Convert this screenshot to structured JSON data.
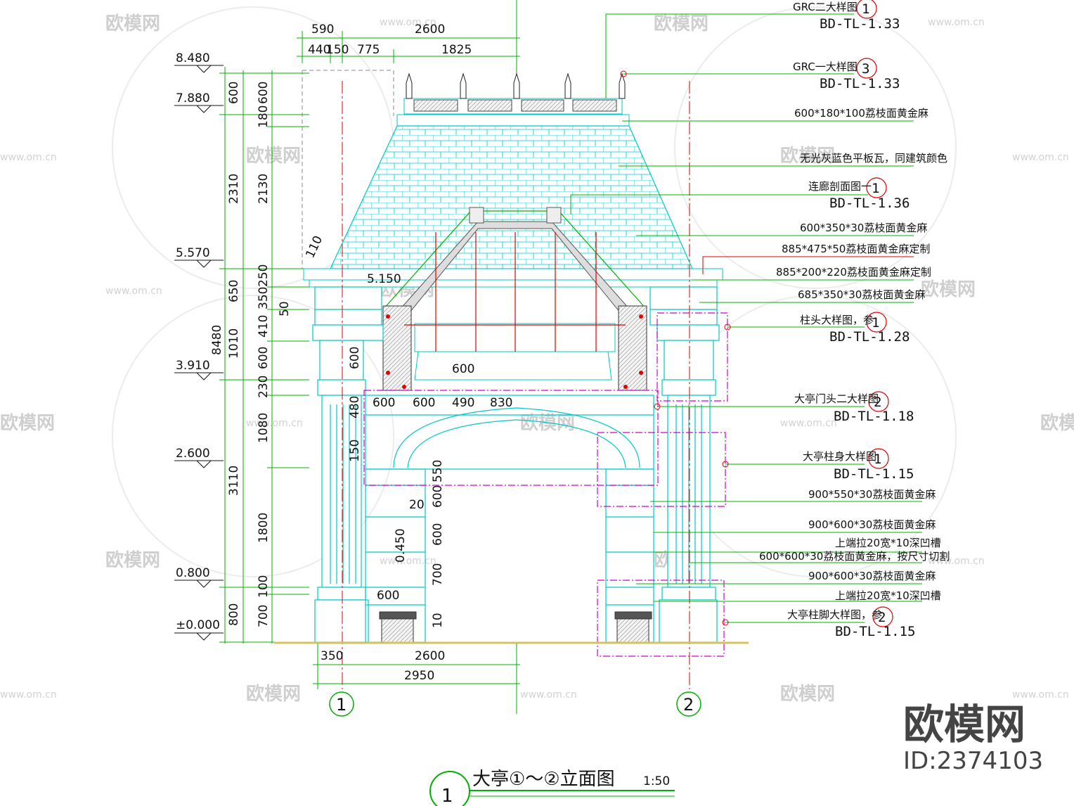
{
  "title": "大亭①～②立面图",
  "title_index": "1",
  "scale": "1:50",
  "brand": {
    "name": "欧模网",
    "id_text": "ID:2374103"
  },
  "watermarks": {
    "logo": "欧模网",
    "url": "www.om.cn"
  },
  "axes": [
    "1",
    "2"
  ],
  "levels": [
    "8.480",
    "7.880",
    "5.570",
    "3.910",
    "2.600",
    "0.800",
    "±0.000"
  ],
  "dims_top": [
    "590",
    "2600",
    "440",
    "150",
    "775",
    "1825"
  ],
  "dims_bottom": [
    "350",
    "2600",
    "2950"
  ],
  "dims_left_outer": [
    "600",
    "2310",
    "650",
    "1010",
    "3110",
    "800",
    "8480"
  ],
  "dims_left_inner": [
    "600",
    "180",
    "2130",
    "250",
    "350",
    "410",
    "600",
    "230",
    "1080",
    "1800",
    "100",
    "700"
  ],
  "dims_misc": [
    "50",
    "110",
    "5.150",
    "600",
    "600",
    "600",
    "600",
    "490",
    "830",
    "480",
    "150",
    "550",
    "600",
    "600",
    "700",
    "10",
    "20",
    "0.450",
    "600"
  ],
  "callouts": [
    {
      "text": "GRC二大样图",
      "ref_num": "1",
      "ref_code": "BD-TL-1.33"
    },
    {
      "text": "GRC一大样图",
      "ref_num": "3",
      "ref_code": "BD-TL-1.33"
    },
    {
      "text": "600*180*100荔枝面黄金麻"
    },
    {
      "text": "无光灰蓝色平板瓦，同建筑颜色"
    },
    {
      "text": "连廊剖面图一",
      "ref_num": "1",
      "ref_code": "BD-TL-1.36"
    },
    {
      "text": "600*350*30荔枝面黄金麻"
    },
    {
      "text": "885*475*50荔枝面黄金麻定制"
    },
    {
      "text": "885*200*220荔枝面黄金麻定制"
    },
    {
      "text": "685*350*30荔枝面黄金麻"
    },
    {
      "text": "柱头大样图，参",
      "ref_num": "1",
      "ref_code": "BD-TL-1.28"
    },
    {
      "text": "大亭门头二大样图",
      "ref_num": "2",
      "ref_code": "BD-TL-1.18"
    },
    {
      "text": "大亭柱身大样图",
      "ref_num": "1",
      "ref_code": "BD-TL-1.15"
    },
    {
      "text": "900*550*30荔枝面黄金麻"
    },
    {
      "text": "900*600*30荔枝面黄金麻"
    },
    {
      "text": "上端拉20宽*10深凹槽"
    },
    {
      "text": "600*600*30荔枝面黄金麻，按尺寸切割"
    },
    {
      "text": "900*600*30荔枝面黄金麻"
    },
    {
      "text": "上端拉20宽*10深凹槽"
    },
    {
      "text": "大亭柱脚大样图，参",
      "ref_num": "2",
      "ref_code": "BD-TL-1.15"
    }
  ],
  "colors": {
    "cyan": "#00d8d8",
    "green": "#00b000",
    "red": "#e00000",
    "magenta": "#d000d0",
    "ground": "#d8c060"
  }
}
